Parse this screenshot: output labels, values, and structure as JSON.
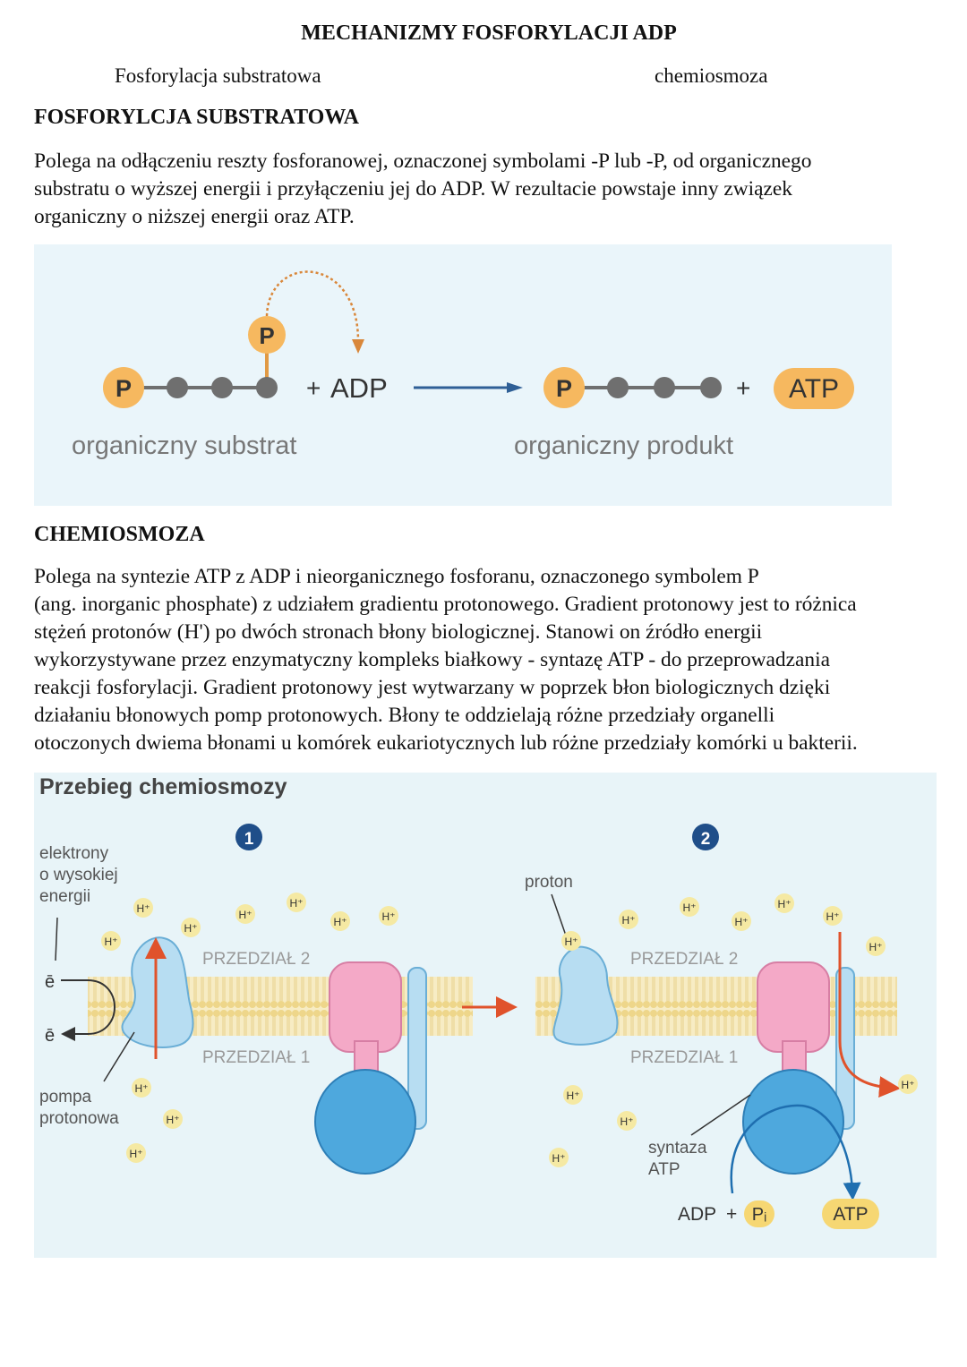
{
  "title": "MECHANIZMY FOSFORYLACJI ADP",
  "subheadings": {
    "left": "Fosforylacja substratowa",
    "right": "chemiosmoza"
  },
  "section1": {
    "heading": "FOSFORYLCJA SUBSTRATOWA",
    "lines": [
      "Polega na odłączeniu reszty fosforanowej, oznaczonej symbolami -P lub -P, od organicznego",
      "substratu o wyższej energii i przyłączeniu jej do ADP. W rezultacie powstaje inny związek",
      "organiczny o niższej energii oraz ATP."
    ]
  },
  "diagram1": {
    "phosphate": "P",
    "plus": "+",
    "adp": "ADP",
    "atp": "ATP",
    "substrate_label": "organiczny substrat",
    "product_label": "organiczny produkt",
    "colors": {
      "background": "#eaf5fa",
      "phosphate": "#f6b85f",
      "dot": "#6f6f6f",
      "arrow": "#2f5f96",
      "curve": "#d9873a"
    }
  },
  "section2": {
    "heading": "CHEMIOSMOZA",
    "lines": [
      "Polega na syntezie ATP z ADP i nieorganicznego fosforanu, oznaczonego symbolem P",
      "(ang. inorganic phosphate) z udziałem gradientu protonowego. Gradient protonowy jest to różnica",
      "stężeń protonów (H') po dwóch stronach błony biologicznej. Stanowi on źródło energii",
      "wykorzystywane przez enzymatyczny kompleks białkowy - syntazę ATP - do przeprowadzania",
      "reakcji fosforylacji. Gradient protonowy jest wytwarzany w poprzek błon biologicznych dzięki",
      "działaniu błonowych pomp protonowych. Błony te oddzielają różne przedziały organelli",
      "otoczonych dwiema błonami u komórek eukariotycznych lub różne przedziały komórki u bakterii."
    ]
  },
  "diagram2": {
    "title": "Przebieg chemiosmozy",
    "step1": "1",
    "step2": "2",
    "electrons_label": [
      "elektrony",
      "o wysokiej",
      "energii"
    ],
    "electron_symbol": "ē",
    "pump_label": [
      "pompa",
      "protonowa"
    ],
    "proton_label": "proton",
    "proton_symbol": "H⁺",
    "compartment2": "PRZEDZIAŁ 2",
    "compartment1": "PRZEDZIAŁ 1",
    "synthase_label": [
      "syntaza",
      "ATP"
    ],
    "adp": "ADP",
    "plus": "+",
    "pi": "Pᵢ",
    "atp": "ATP",
    "colors": {
      "background": "#e8f4f8",
      "membrane": "#f2dfa2",
      "pump": "#b7ddf2",
      "synthase_top": "#f4a9c7",
      "synthase_bottom": "#4ea8dd",
      "arrow": "#e0522b",
      "step": "#1f4e89",
      "hplus": "#f5e9a3"
    }
  }
}
